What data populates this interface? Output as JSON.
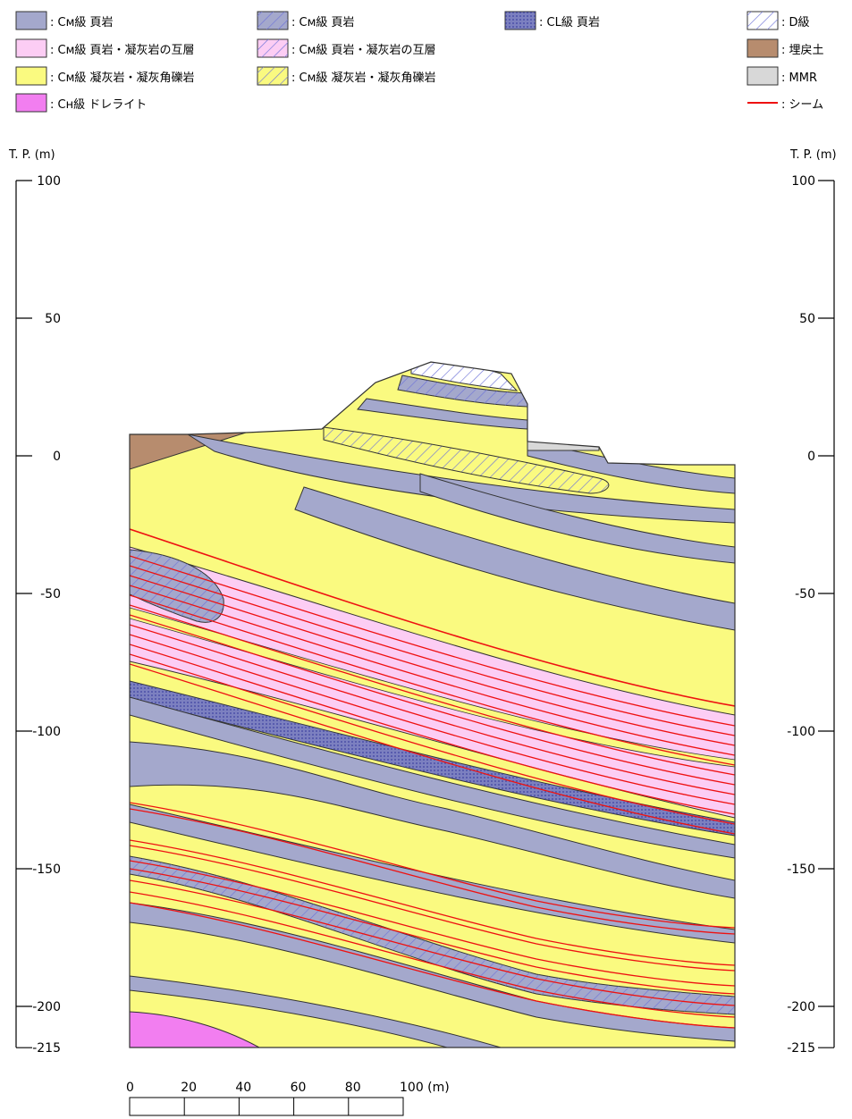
{
  "legend": [
    {
      "id": "cm-shale",
      "label": ": Cм級 頁岩",
      "fill": "#a4a8cc",
      "pattern": "none"
    },
    {
      "id": "cm-shale-tuff-alt",
      "label": ": Cм級 頁岩・凝灰岩の互層",
      "fill": "#fccdf4",
      "pattern": "none"
    },
    {
      "id": "cm-tuff-breccia",
      "label": ": Cм級 凝灰岩・凝灰角礫岩",
      "fill": "#fafa80",
      "pattern": "none"
    },
    {
      "id": "ch-dolerite",
      "label": ": Cн級 ドレライト",
      "fill": "#f27ef0",
      "pattern": "none"
    },
    {
      "id": "cm2-shale",
      "label": ": Cм級 頁岩",
      "fill": "#a4a8cc",
      "pattern": "hatch"
    },
    {
      "id": "cm2-shale-tuff-alt",
      "label": ": Cм級 頁岩・凝灰岩の互層",
      "fill": "#fccdf4",
      "pattern": "hatch"
    },
    {
      "id": "cm2-tuff-breccia",
      "label": ": Cм級 凝灰岩・凝灰角礫岩",
      "fill": "#fafa80",
      "pattern": "hatch"
    },
    {
      "id": "cl-shale",
      "label": ": CL級 頁岩",
      "fill": "#7c80c0",
      "pattern": "dots"
    },
    {
      "id": "d-class",
      "label": ": D級",
      "fill": "#ffffff",
      "pattern": "hatch"
    },
    {
      "id": "fill-soil",
      "label": ": 埋戻土",
      "fill": "#b78c6e",
      "pattern": "none"
    },
    {
      "id": "mmr",
      "label": ": MMR",
      "fill": "#d8d8d8",
      "pattern": "none"
    },
    {
      "id": "seam",
      "label": ": シーム",
      "fill": "#ee1111",
      "pattern": "line"
    }
  ],
  "axis": {
    "unit_label": "T. P. (m)",
    "ticks": [
      100,
      50,
      0,
      -50,
      -100,
      -150,
      -200,
      -215
    ],
    "tick_labels": [
      "100",
      "50",
      "0",
      "-50",
      "-100",
      "-150",
      "-200",
      "-215"
    ],
    "range": [
      -215,
      100
    ]
  },
  "scale_bar": {
    "ticks": [
      0,
      20,
      40,
      60,
      80,
      100
    ],
    "tick_labels": [
      "0",
      "20",
      "40",
      "60",
      "80",
      "100 (m)"
    ]
  },
  "colors": {
    "shale": "#a4a8cc",
    "tuff": "#fafa80",
    "alternation": "#fccdf4",
    "dolerite": "#f27ef0",
    "fill_soil": "#b78c6e",
    "mmr": "#d8d8d8",
    "seam": "#ee1111",
    "hatch": "#6f74d8"
  }
}
